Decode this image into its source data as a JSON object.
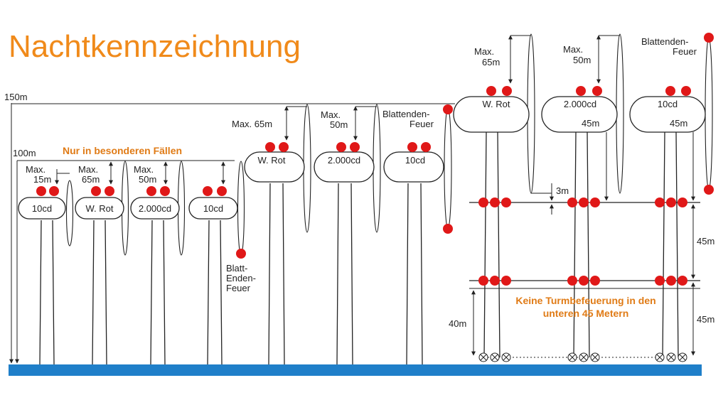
{
  "title": "Nachtkennzeichnung",
  "colors": {
    "title": "#f08a1a",
    "note": "#e07b16",
    "light": "#e01818",
    "ground": "#1f7fc9"
  },
  "height_labels": {
    "h150": "150m",
    "h100": "100m"
  },
  "special_note": "Nur in besonderen Fällen",
  "left_group": {
    "max_labels": [
      {
        "line1": "Max.",
        "line2": "15m"
      },
      {
        "line1": "Max.",
        "line2": "65m"
      },
      {
        "line1": "Max.",
        "line2": "50m"
      }
    ],
    "nacelle_labels": [
      "10cd",
      "W. Rot",
      "2.000cd",
      "10cd"
    ],
    "blade_tip_label": [
      "Blatt-",
      "Enden-",
      "Feuer"
    ]
  },
  "middle_group": {
    "max_labels": [
      {
        "line1": "Max. 65m",
        "line2": ""
      },
      {
        "line1": "Max.",
        "line2": "50m"
      }
    ],
    "nacelle_labels": [
      "W. Rot",
      "2.000cd",
      "10cd"
    ],
    "blade_tip_label": [
      "Blattenden-",
      "Feuer"
    ]
  },
  "right_group": {
    "max_labels": [
      {
        "line1": "Max.",
        "line2": "65m"
      },
      {
        "line1": "Max.",
        "line2": "50m"
      }
    ],
    "nacelle_labels": [
      "W. Rot",
      "2.000cd",
      "10cd"
    ],
    "blade_tip_label": [
      "Blattenden-",
      "Feuer"
    ],
    "dim_45m_inner": "45m",
    "dim_3m": "3m",
    "dim_45m_a": "45m",
    "dim_45m_b": "45m",
    "dim_40m": "40m",
    "tower_note": [
      "Keine Turmbefeuerung in den",
      "unteren 45 Metern"
    ]
  }
}
